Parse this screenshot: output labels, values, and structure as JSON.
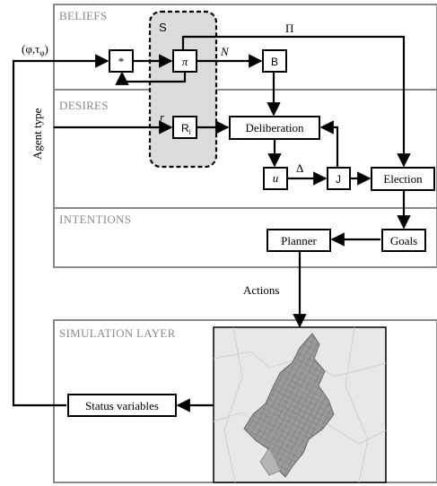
{
  "layers": {
    "beliefs": "BELIEFS",
    "desires": "DESIRES",
    "intentions": "INTENTIONS",
    "simulation": "SIMULATION LAYER"
  },
  "s_region": {
    "label": "S"
  },
  "nodes": {
    "star": "*",
    "pi": "π",
    "b": "B",
    "r_i": "R",
    "r_i_sub": "i",
    "deliberation": "Deliberation",
    "u": "u",
    "j": "J",
    "election": "Election",
    "goals": "Goals",
    "planner": "Planner",
    "status_variables": "Status variables"
  },
  "edge_labels": {
    "phi_tau": "(φ,τ",
    "phi_tau_sub": "φ",
    "phi_tau_close": ")",
    "pi_upper": "Π",
    "n": "N",
    "r": "r",
    "delta": "Δ",
    "actions": "Actions",
    "agent_type": "Agent type"
  },
  "map": {
    "icon": "city-map-icon"
  }
}
